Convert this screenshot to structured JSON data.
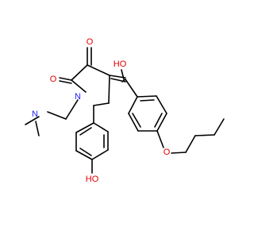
{
  "structure": {
    "atom_labels": {
      "ketone_o": "O",
      "lactam_o": "O",
      "enol_oh": "HO",
      "ring_n": "N",
      "amine_n": "N",
      "ether_o": "O",
      "phenol_oh": "HO"
    },
    "colors": {
      "bond": "#000000",
      "oxygen": "#e00000",
      "nitrogen": "#2020ff",
      "background": "#ffffff"
    }
  }
}
